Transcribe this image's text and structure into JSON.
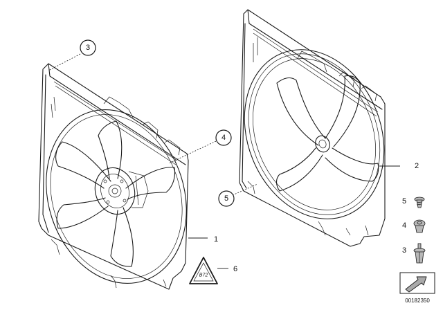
{
  "callouts": {
    "fan_shroud_large": "3",
    "fan_shroud_right_top": "4",
    "fan_shroud_left_bottom": "5"
  },
  "part_labels": {
    "fan_assembly": "1",
    "fan_shroud": "2",
    "warning_label": "6"
  },
  "fastener_labels": {
    "top": "5",
    "middle": "4",
    "bottom": "3"
  },
  "warning_triangle_text": "B72",
  "document_number": "00182350"
}
